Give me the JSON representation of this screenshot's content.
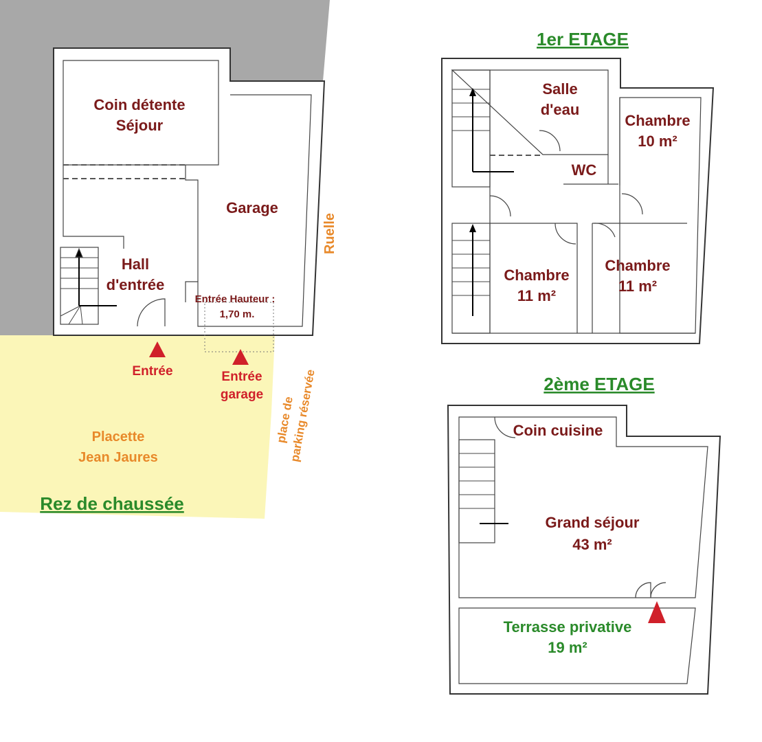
{
  "ground_floor": {
    "title": "Rez de chaussée",
    "rooms": {
      "coin_detente_line1": "Coin détente",
      "coin_detente_line2": "Séjour",
      "garage": "Garage",
      "hall_line1": "Hall",
      "hall_line2": "d'entrée",
      "garage_entry_line1": "Entrée Hauteur :",
      "garage_entry_line2": "1,70 m."
    },
    "street": "Ruelle",
    "square_line1": "Placette",
    "square_line2": "Jean Jaures",
    "parking_line1": "place de",
    "parking_line2": "parking réservée",
    "entrance": "Entrée",
    "garage_entrance_line1": "Entrée",
    "garage_entrance_line2": "garage"
  },
  "first_floor": {
    "title": "1er ETAGE",
    "rooms": {
      "salle_line1": "Salle",
      "salle_line2": "d'eau",
      "wc": "WC",
      "chambre1_line1": "Chambre",
      "chambre1_line2": "10 m²",
      "chambre2_line1": "Chambre",
      "chambre2_line2": "11 m²",
      "chambre3_line1": "Chambre",
      "chambre3_line2": "11 m²"
    }
  },
  "second_floor": {
    "title": "2ème  ETAGE",
    "rooms": {
      "cuisine": "Coin cuisine",
      "sejour_line1": "Grand séjour",
      "sejour_line2": "43 m²",
      "terrasse_line1": "Terrasse privative",
      "terrasse_line2": "19 m²"
    }
  },
  "colors": {
    "room_text": "#7a1a1a",
    "title_green": "#2a8a2a",
    "marker_red": "#d0202a",
    "label_orange": "#e8892a",
    "yellow": "#fbf6b8",
    "grey": "#a8a8a8"
  }
}
